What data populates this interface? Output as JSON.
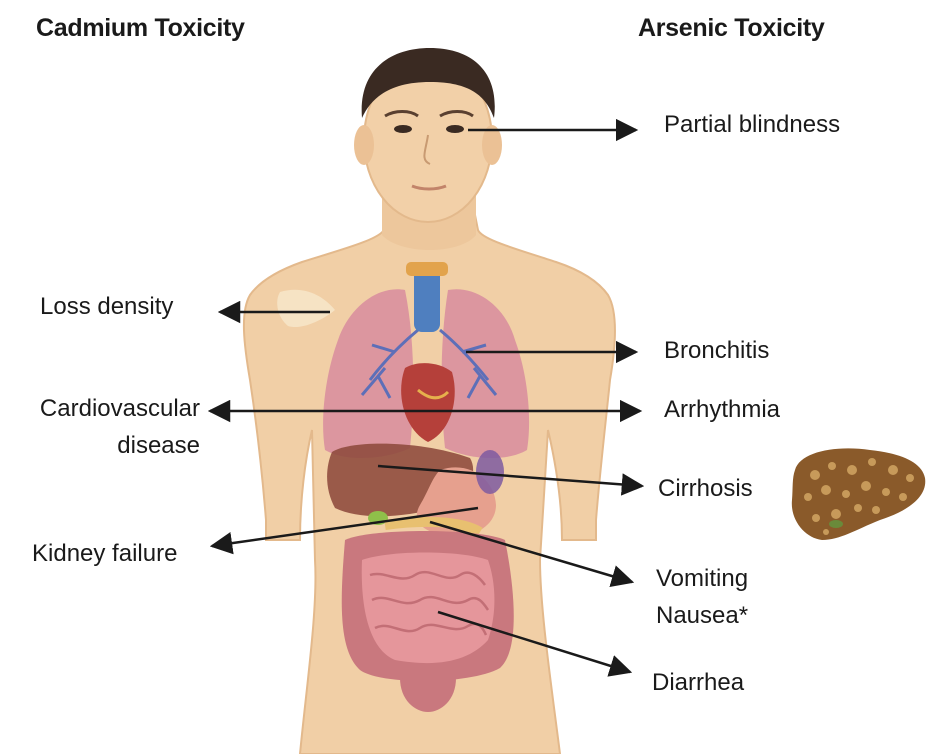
{
  "headings": {
    "left": "Cadmium Toxicity",
    "right": "Arsenic Toxicity"
  },
  "labels": {
    "partial_blindness": "Partial blindness",
    "loss_density": "Loss density",
    "bronchitis": "Bronchitis",
    "cardiovascular_line1": "Cardiovascular",
    "cardiovascular_line2": "disease",
    "arrhythmia": "Arrhythmia",
    "cirrhosis": "Cirrhosis",
    "kidney_failure": "Kidney failure",
    "vomiting": "Vomiting",
    "nausea": "Nausea*",
    "diarrhea": "Diarrhea"
  },
  "colors": {
    "skin": "#f1cfa6",
    "skin_shadow": "#e3b98c",
    "hair": "#3a2a22",
    "lung": "#d98f9e",
    "bronchi": "#5d6fb8",
    "trachea": "#4f7fbf",
    "heart": "#b5403a",
    "liver": "#8d4a3c",
    "stomach": "#e6a08e",
    "intestine": "#d9838a",
    "cirrhotic_liver": "#8a5a2a",
    "arrow": "#1a1a1a"
  }
}
